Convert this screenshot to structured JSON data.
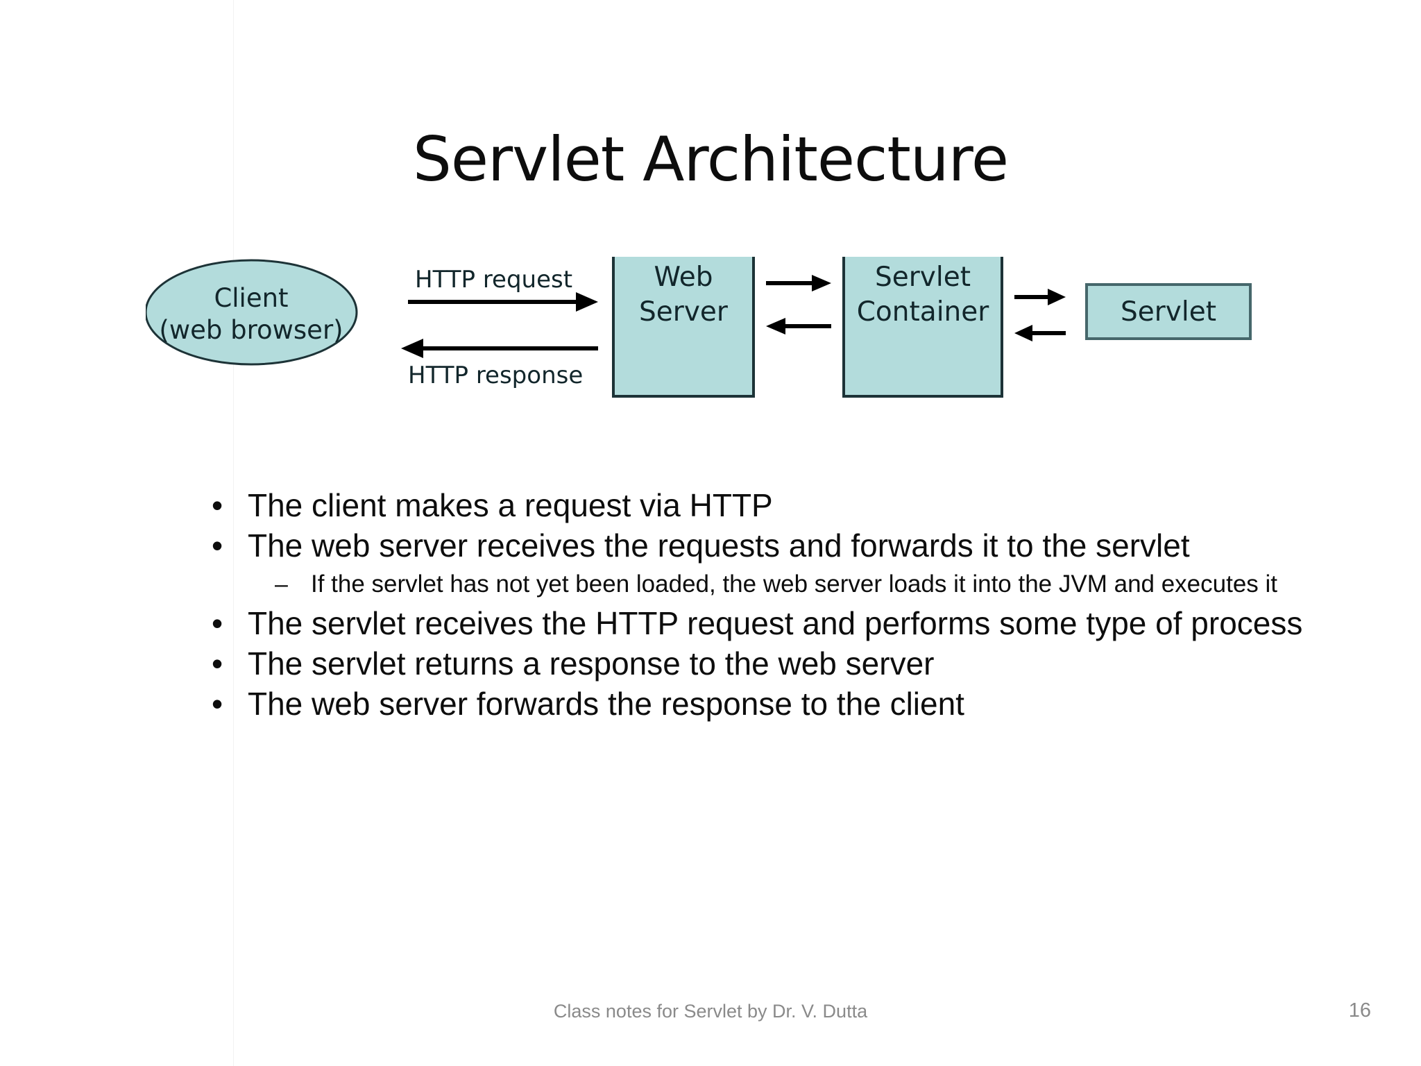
{
  "slide": {
    "title": "Servlet Architecture",
    "page_number": "16",
    "footer": "Class notes for Servlet by Dr. V. Dutta",
    "background_color": "#ffffff"
  },
  "diagram": {
    "type": "flow-diagram",
    "shape_fill": "#b3dcdc",
    "shape_stroke": "#1d3337",
    "nodes": {
      "client": {
        "shape": "ellipse",
        "line1": "Client",
        "line2": "(web browser)"
      },
      "web_server": {
        "shape": "rect",
        "line1": "Web",
        "line2": "Server"
      },
      "servlet_container": {
        "shape": "rect",
        "line1": "Servlet",
        "line2": "Container"
      },
      "servlet": {
        "shape": "rect",
        "line1": "Servlet"
      }
    },
    "edges": {
      "request_label": "HTTP request",
      "response_label": "HTTP response"
    }
  },
  "bullets": [
    {
      "level": 1,
      "marker": "•",
      "text": "The client makes a request via HTTP"
    },
    {
      "level": 1,
      "marker": "•",
      "text": "The web server receives the requests and forwards it to the servlet"
    },
    {
      "level": 2,
      "marker": "–",
      "text": "If the servlet has not yet been loaded, the web server loads it into the JVM and executes it"
    },
    {
      "level": 1,
      "marker": "•",
      "text": "The servlet receives the HTTP request and performs some type of process"
    },
    {
      "level": 1,
      "marker": "•",
      "text": "The servlet returns a response to the web server"
    },
    {
      "level": 1,
      "marker": "•",
      "text": "The web server forwards the response to the client"
    }
  ]
}
